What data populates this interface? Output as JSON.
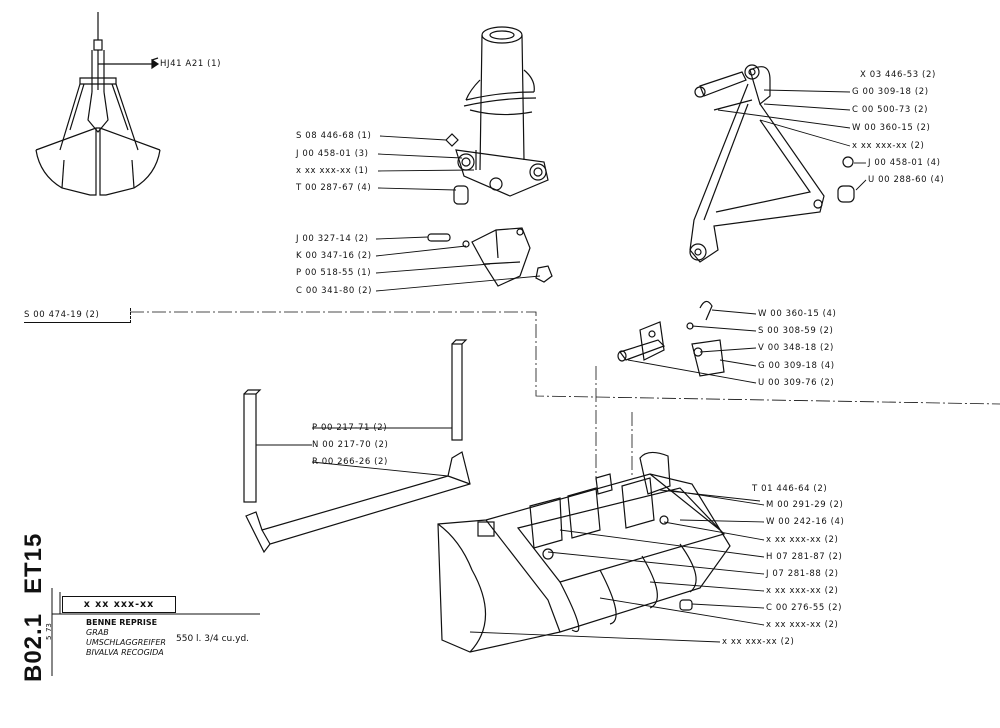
{
  "sheet": {
    "side_code_1": "ET15",
    "side_code_2": "B02.1",
    "date_line": "5_73",
    "part_code": "x xx xxx-xx",
    "title_fr": "BENNE REPRISE",
    "title_en": "GRAB",
    "title_de": "UMSCHLAGGREIFER",
    "title_es": "BIVALVA RECOGIDA",
    "capacity": "550 l.  3/4 cu.yd."
  },
  "labels": {
    "hj41": "HJ41 A21 (1)",
    "s08": "S 08 446-68 (1)",
    "j00458a": "J 00 458-01 (3)",
    "xxx1": "x xx xxx-xx (1)",
    "t00287": "T 00 287-67 (4)",
    "j00327": "J 00 327-14 (2)",
    "k00347": "K 00 347-16 (2)",
    "p00518": "P 00 518-55 (1)",
    "c00341": "C 00 341-80 (2)",
    "x03446": "X 03 446-53 (2)",
    "g00309a": "G 00 309-18 (2)",
    "c00500": "C 00 500-73 (2)",
    "w00360a": "W 00 360-15 (2)",
    "xxx2a": "x xx xxx-xx (2)",
    "j00458b": "J 00 458-01 (4)",
    "u00288": "U 00 288-60 (4)",
    "s00474": "S 00 474-19 (2)",
    "w00360b": "W 00 360-15 (4)",
    "s00308": "S 00 308-59 (2)",
    "v00348": "V 00 348-18 (2)",
    "g00309b": "G 00 309-18 (4)",
    "u00309": "U 00 309-76 (2)",
    "p00217": "P 00 217-71 (2)",
    "n00217": "N 00 217-70 (2)",
    "r00266": "R 00 266-26 (2)",
    "t01446": "T 01 446-64 (2)",
    "m00291": "M 00 291-29 (2)",
    "w00242": "W 00 242-16 (4)",
    "xxx2b": "x xx xxx-xx (2)",
    "h07281": "H 07 281-87 (2)",
    "j07281": "J 07 281-88 (2)",
    "xxx2c": "x xx xxx-xx (2)",
    "c00276": "C 00 276-55 (2)",
    "xxx2d": "x xx xxx-xx (2)",
    "xxx2e": "x xx xxx-xx (2)"
  }
}
